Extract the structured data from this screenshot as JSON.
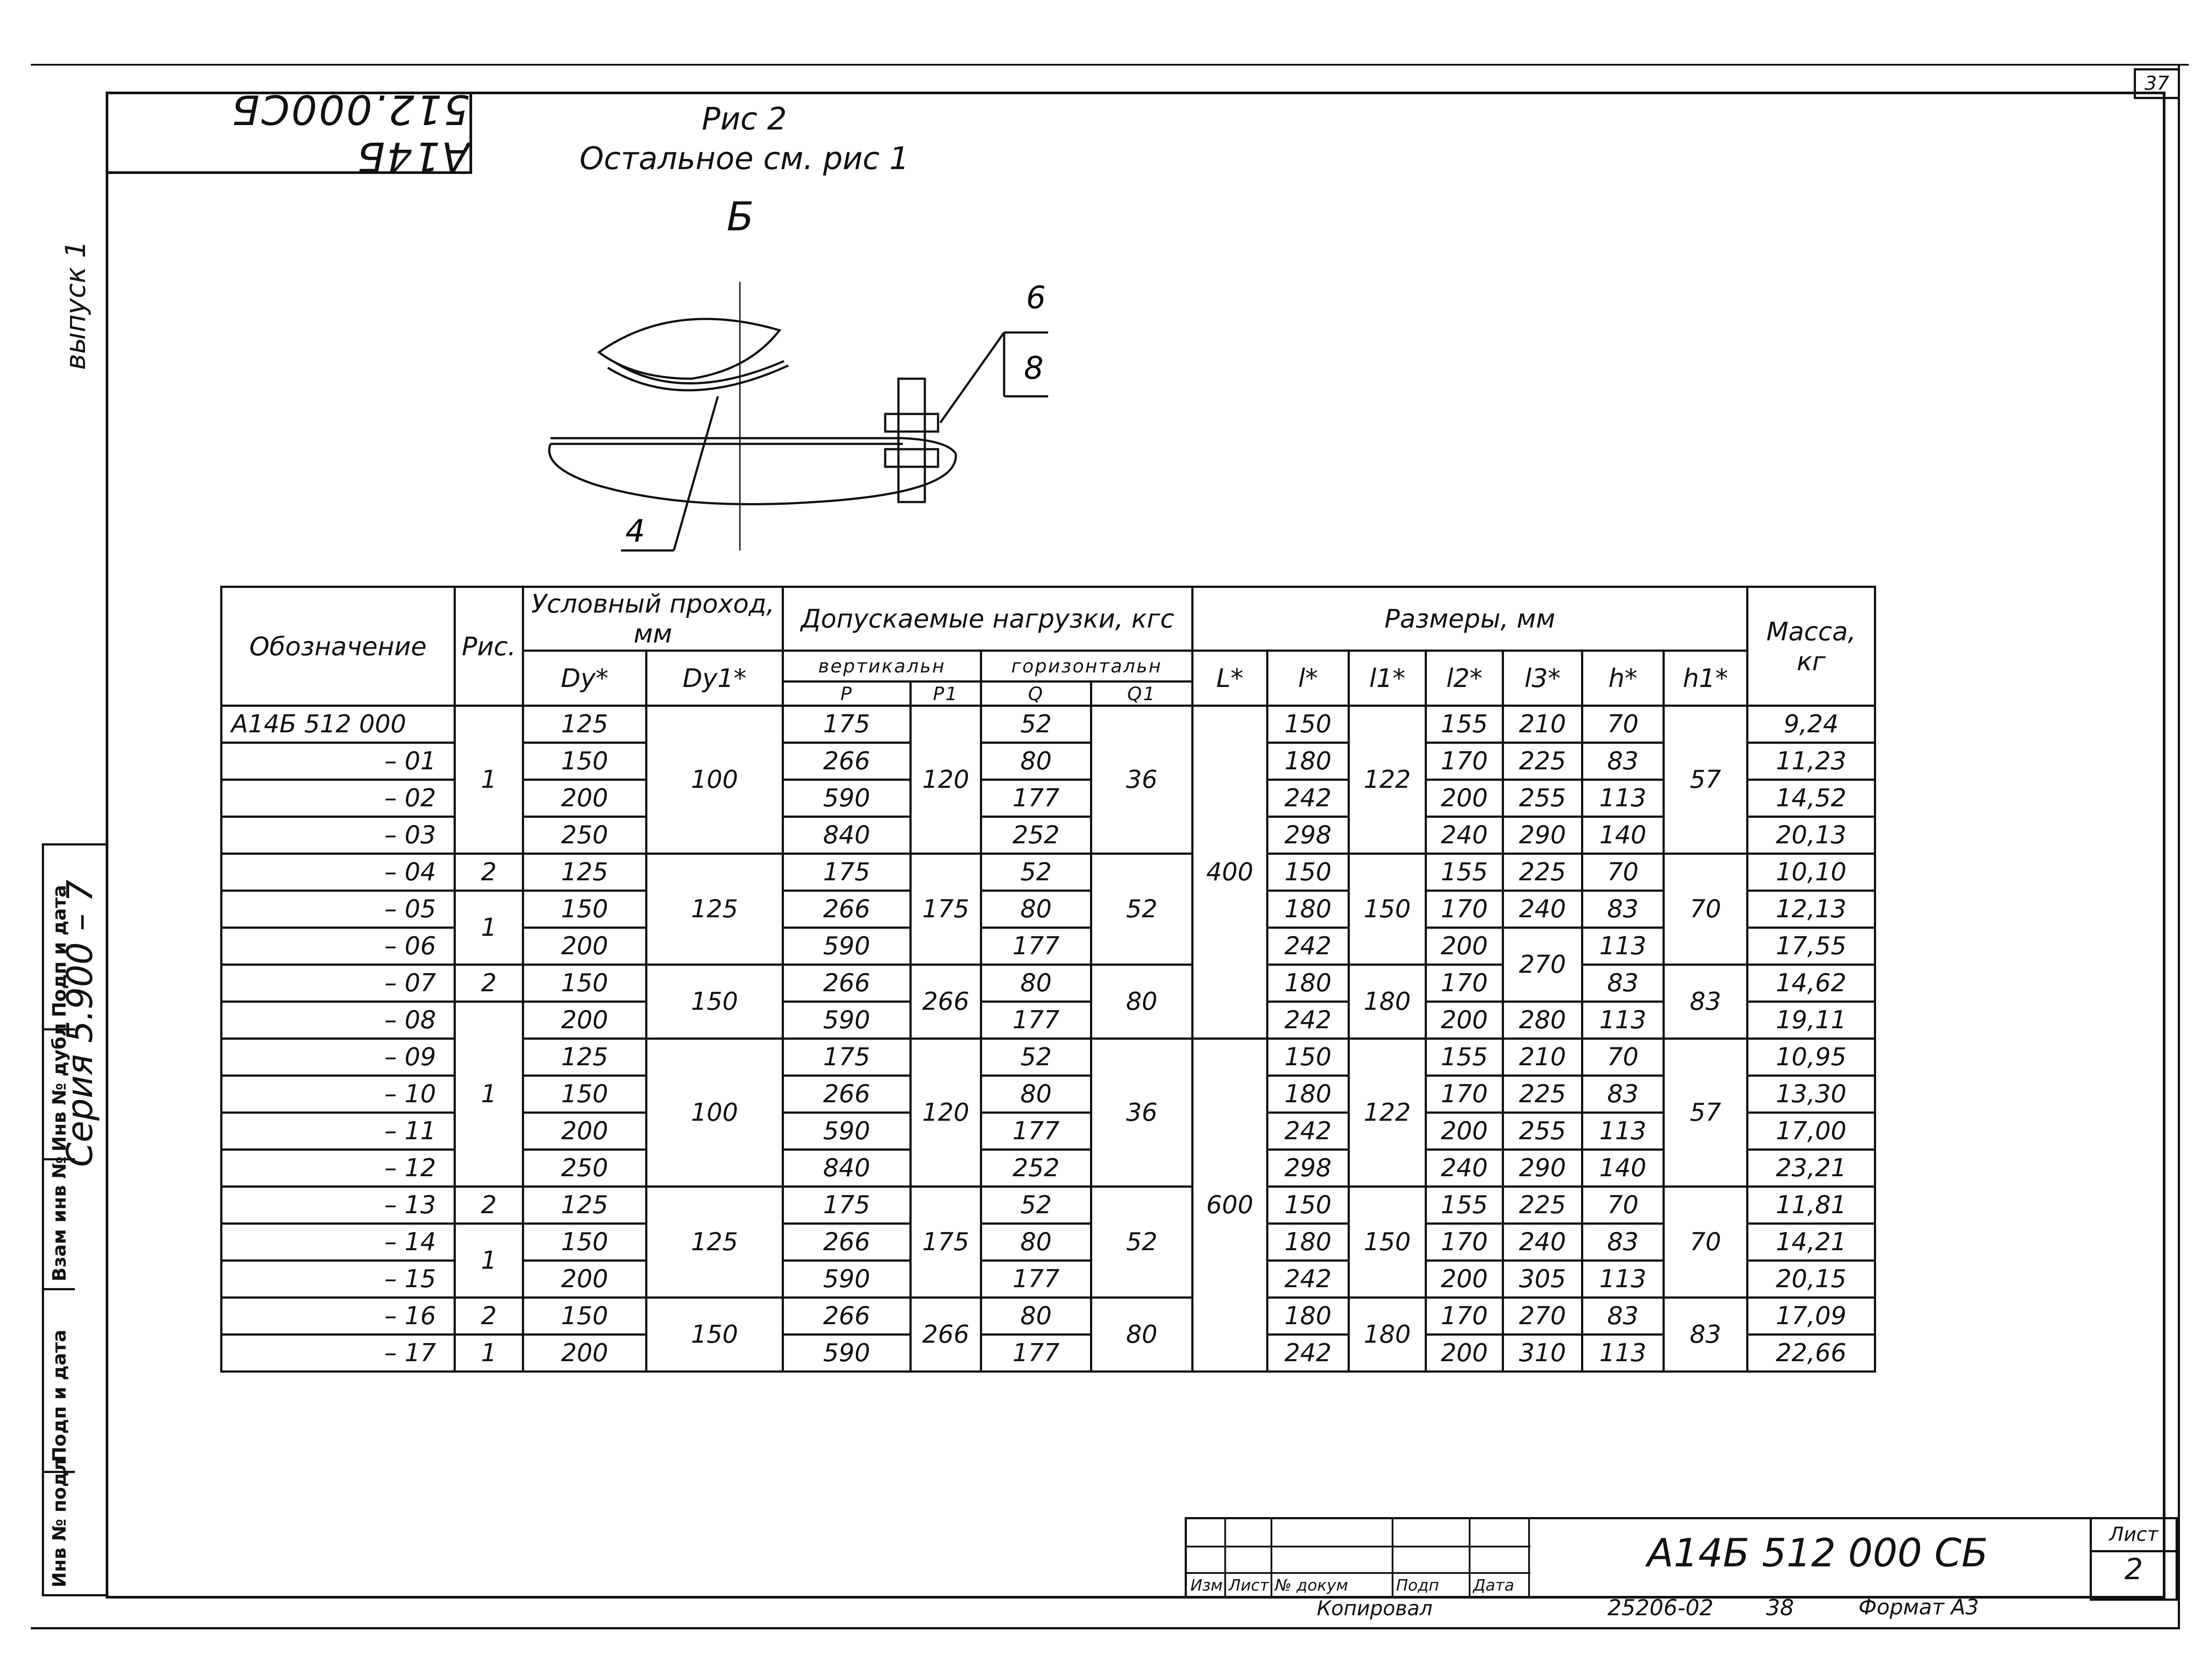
{
  "sheet_corner": "37",
  "stamp_code": "А14Б 512.000СБ",
  "figure": {
    "title_line1": "Рис 2",
    "title_line2": "Остальное см. рис 1",
    "view_letter": "Б",
    "callouts": [
      "6",
      "8",
      "4"
    ]
  },
  "margin": {
    "series": "Серия 5.900 – 7",
    "issue": "выпуск 1",
    "side_cells": [
      "Подп и дата",
      "Инв № дубл",
      "Взам инв №",
      "Подп и дата",
      "Инв № подл"
    ]
  },
  "table": {
    "headers": {
      "designation": "Обозначение",
      "fig": "Рис.",
      "passage": "Условный проход, мм",
      "loads": "Допускаемые нагрузки, кгс",
      "dimensions": "Размеры, мм",
      "mass": "Масса, кг",
      "dy": "Dy*",
      "dy1": "Dy1*",
      "vertical": "вертикальн",
      "horizontal": "горизонтальн",
      "p": "P",
      "p1": "P1",
      "q": "Q",
      "q1": "Q1",
      "L": "L*",
      "l": "l*",
      "l1": "l1*",
      "l2": "l2*",
      "l3": "l3*",
      "h": "h*",
      "h1": "h1*"
    },
    "rows": [
      {
        "des": "А14Б 512 000",
        "fig": "",
        "dy": "125",
        "dy1": "",
        "p": "175",
        "p1": "",
        "q": "52",
        "q1": "",
        "L": "",
        "l": "150",
        "l1": "",
        "l2": "155",
        "l3": "210",
        "h": "70",
        "h1": "",
        "mass": "9,24"
      },
      {
        "des": "– 01",
        "fig": "1",
        "dy": "150",
        "dy1": "100",
        "p": "266",
        "p1": "120",
        "q": "80",
        "q1": "36",
        "L": "",
        "l": "180",
        "l1": "122",
        "l2": "170",
        "l3": "225",
        "h": "83",
        "h1": "57",
        "mass": "11,23"
      },
      {
        "des": "– 02",
        "fig": "",
        "dy": "200",
        "dy1": "",
        "p": "590",
        "p1": "",
        "q": "177",
        "q1": "",
        "L": "",
        "l": "242",
        "l1": "",
        "l2": "200",
        "l3": "255",
        "h": "113",
        "h1": "",
        "mass": "14,52"
      },
      {
        "des": "– 03",
        "fig": "",
        "dy": "250",
        "dy1": "",
        "p": "840",
        "p1": "",
        "q": "252",
        "q1": "",
        "L": "400",
        "l": "298",
        "l1": "",
        "l2": "240",
        "l3": "290",
        "h": "140",
        "h1": "",
        "mass": "20,13"
      },
      {
        "des": "– 04",
        "fig": "2",
        "dy": "125",
        "dy1": "",
        "p": "175",
        "p1": "",
        "q": "52",
        "q1": "",
        "L": "",
        "l": "150",
        "l1": "",
        "l2": "155",
        "l3": "225",
        "h": "70",
        "h1": "",
        "mass": "10,10"
      },
      {
        "des": "– 05",
        "fig": "1",
        "dy": "150",
        "dy1": "125",
        "p": "266",
        "p1": "175",
        "q": "80",
        "q1": "52",
        "L": "",
        "l": "180",
        "l1": "150",
        "l2": "170",
        "l3": "240",
        "h": "83",
        "h1": "70",
        "mass": "12,13"
      },
      {
        "des": "– 06",
        "fig": "",
        "dy": "200",
        "dy1": "",
        "p": "590",
        "p1": "",
        "q": "177",
        "q1": "",
        "L": "",
        "l": "242",
        "l1": "",
        "l2": "200",
        "l3": "270",
        "h": "113",
        "h1": "",
        "mass": "17,55"
      },
      {
        "des": "– 07",
        "fig": "2",
        "dy": "150",
        "dy1": "150",
        "p": "266",
        "p1": "266",
        "q": "80",
        "q1": "80",
        "L": "",
        "l": "180",
        "l1": "180",
        "l2": "170",
        "l3": "",
        "h": "83",
        "h1": "83",
        "mass": "14,62"
      },
      {
        "des": "– 08",
        "fig": "",
        "dy": "200",
        "dy1": "",
        "p": "590",
        "p1": "",
        "q": "177",
        "q1": "",
        "L": "",
        "l": "242",
        "l1": "",
        "l2": "200",
        "l3": "280",
        "h": "113",
        "h1": "",
        "mass": "19,11"
      },
      {
        "des": "– 09",
        "fig": "1",
        "dy": "125",
        "dy1": "",
        "p": "175",
        "p1": "",
        "q": "52",
        "q1": "",
        "L": "",
        "l": "150",
        "l1": "",
        "l2": "155",
        "l3": "210",
        "h": "70",
        "h1": "",
        "mass": "10,95"
      },
      {
        "des": "– 10",
        "fig": "",
        "dy": "150",
        "dy1": "100",
        "p": "266",
        "p1": "120",
        "q": "80",
        "q1": "36",
        "L": "",
        "l": "180",
        "l1": "122",
        "l2": "170",
        "l3": "225",
        "h": "83",
        "h1": "57",
        "mass": "13,30"
      },
      {
        "des": "– 11",
        "fig": "",
        "dy": "200",
        "dy1": "",
        "p": "590",
        "p1": "",
        "q": "177",
        "q1": "",
        "L": "600",
        "l": "242",
        "l1": "",
        "l2": "200",
        "l3": "255",
        "h": "113",
        "h1": "",
        "mass": "17,00"
      },
      {
        "des": "– 12",
        "fig": "",
        "dy": "250",
        "dy1": "",
        "p": "840",
        "p1": "",
        "q": "252",
        "q1": "",
        "L": "",
        "l": "298",
        "l1": "",
        "l2": "240",
        "l3": "290",
        "h": "140",
        "h1": "",
        "mass": "23,21"
      },
      {
        "des": "– 13",
        "fig": "2",
        "dy": "125",
        "dy1": "",
        "p": "175",
        "p1": "",
        "q": "52",
        "q1": "",
        "L": "",
        "l": "150",
        "l1": "",
        "l2": "155",
        "l3": "225",
        "h": "70",
        "h1": "",
        "mass": "11,81"
      },
      {
        "des": "– 14",
        "fig": "1",
        "dy": "150",
        "dy1": "125",
        "p": "266",
        "p1": "175",
        "q": "80",
        "q1": "52",
        "L": "",
        "l": "180",
        "l1": "150",
        "l2": "170",
        "l3": "240",
        "h": "83",
        "h1": "70",
        "mass": "14,21"
      },
      {
        "des": "– 15",
        "fig": "",
        "dy": "200",
        "dy1": "",
        "p": "590",
        "p1": "",
        "q": "177",
        "q1": "",
        "L": "",
        "l": "242",
        "l1": "",
        "l2": "200",
        "l3": "305",
        "h": "113",
        "h1": "",
        "mass": "20,15"
      },
      {
        "des": "– 16",
        "fig": "2",
        "dy": "150",
        "dy1": "150",
        "p": "266",
        "p1": "266",
        "q": "80",
        "q1": "80",
        "L": "",
        "l": "180",
        "l1": "180",
        "l2": "170",
        "l3": "270",
        "h": "83",
        "h1": "83",
        "mass": "17,09"
      },
      {
        "des": "– 17",
        "fig": "1",
        "dy": "200",
        "dy1": "",
        "p": "590",
        "p1": "",
        "q": "177",
        "q1": "",
        "L": "",
        "l": "242",
        "l1": "",
        "l2": "200",
        "l3": "310",
        "h": "113",
        "h1": "",
        "mass": "22,66"
      }
    ]
  },
  "title_block": {
    "labels": [
      "Изм",
      "Лист",
      "№ докум",
      "Подп",
      "Дата"
    ],
    "code": "А14Б 512 000 СБ",
    "sheet_label": "Лист",
    "sheet_no": "2"
  },
  "footer": {
    "copied": "Копировал",
    "order_no": "25206-02",
    "page": "38",
    "format": "Формат А3"
  }
}
